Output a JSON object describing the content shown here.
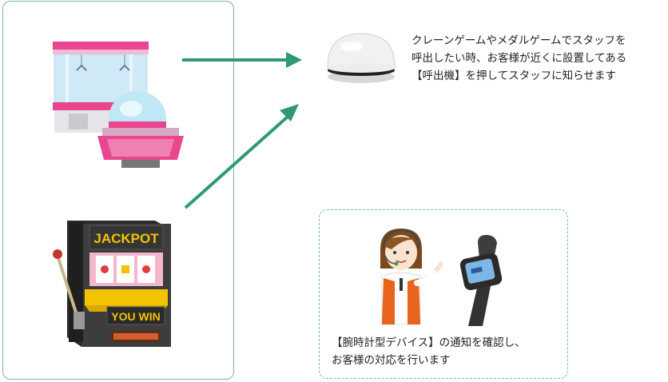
{
  "caller_text": {
    "lines": [
      "クレーンゲームやメダルゲームでスタッフを",
      "呼出したい時、お客様が近くに設置してある",
      "【呼出機】を押してスタッフに知らせます"
    ]
  },
  "notify_text": {
    "lines": [
      "【腕時計型デバイス】の通知を確認し、",
      "お客様の対応を行います"
    ]
  },
  "slot_machine": {
    "top_sign": "JACKPOT",
    "bottom_sign": "YOU WIN"
  },
  "colors": {
    "arrow": "#2e9a70",
    "panel_border": "#7cb89a",
    "crane_pink": "#e9468f",
    "slot_sign_bg": "#3a3a3a",
    "slot_sign_text": "#f2c300",
    "staff_vest": "#e8631c"
  },
  "icons": [
    "crane-game-icon",
    "slot-machine-icon",
    "call-button-icon",
    "staff-woman-icon",
    "wristwatch-device-icon"
  ]
}
